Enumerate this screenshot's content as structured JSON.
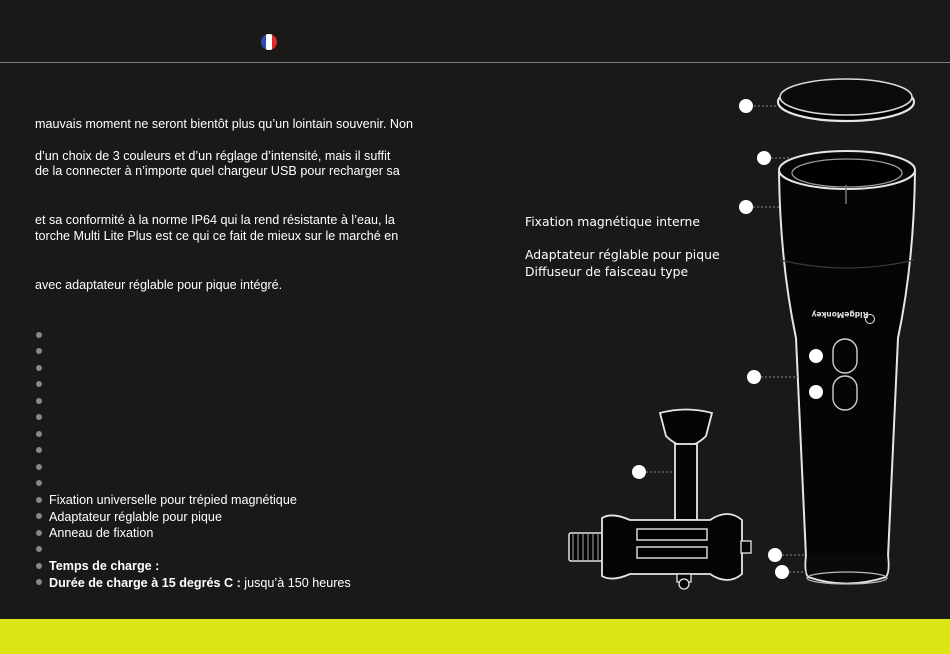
{
  "header": {
    "flag_colors": [
      "#2b4bb3",
      "#ffffff",
      "#e1262d"
    ]
  },
  "paragraphs": [
    "mauvais moment ne seront bientôt plus qu’un lointain souvenir. Non",
    "d’un choix de 3 couleurs et d’un réglage d’intensité, mais il suffit",
    "de la connecter à n’importe quel chargeur USB pour recharger sa",
    "et sa conformité à la norme IP64 qui la rend résistante à l’eau, la",
    "torche Multi Lite Plus est ce qui ce fait de mieux sur le marché en",
    "avec adaptateur réglable pour pique intégré."
  ],
  "features": [
    {
      "bold": "",
      "text": ""
    },
    {
      "bold": "",
      "text": ""
    },
    {
      "bold": "",
      "text": ""
    },
    {
      "bold": "",
      "text": ""
    },
    {
      "bold": "",
      "text": ""
    },
    {
      "bold": "",
      "text": ""
    },
    {
      "bold": "",
      "text": ""
    },
    {
      "bold": "",
      "text": ""
    },
    {
      "bold": "",
      "text": ""
    },
    {
      "bold": "",
      "text": ""
    },
    {
      "bold": "",
      "text": "Fixation universelle pour trépied magnétique"
    },
    {
      "bold": "",
      "text": "Adaptateur réglable pour pique"
    },
    {
      "bold": "",
      "text": "Anneau de fixation"
    },
    {
      "bold": "",
      "text": ""
    },
    {
      "bold": "Temps de charge :",
      "text": ""
    },
    {
      "bold": "Durée de charge à 15 degrés C :",
      "text": " jusqu’à 150 heures"
    }
  ],
  "callouts": {
    "line1": "Fixation magnétique interne",
    "line2": "Adaptateur réglable pour pique",
    "line3": "Diffuseur de faisceau type"
  },
  "product": {
    "brand_logo": "RidgeMonkey"
  },
  "footer": {
    "color": "#dce614"
  }
}
